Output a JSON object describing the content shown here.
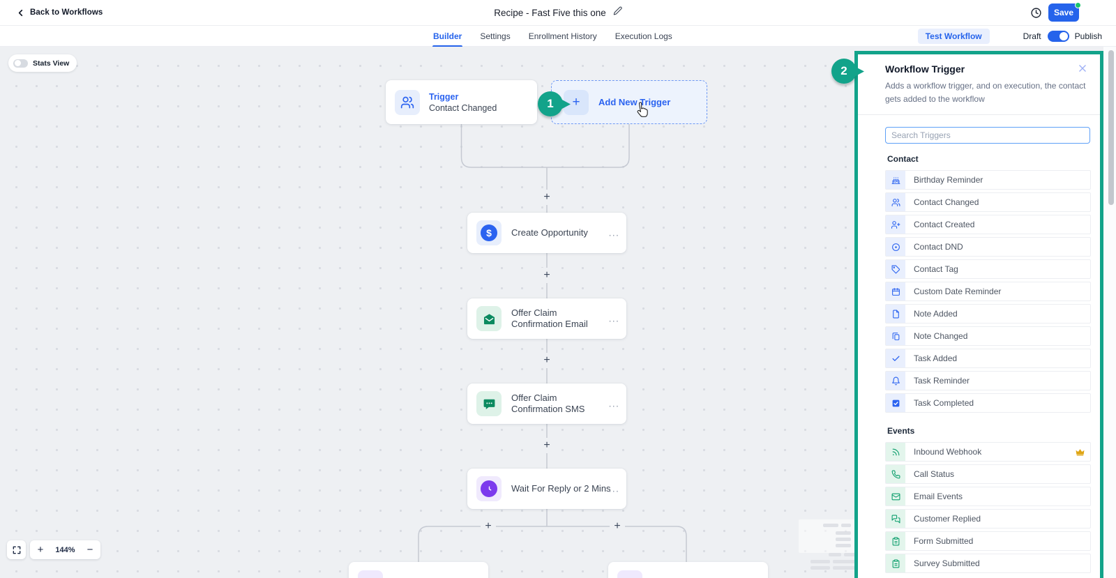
{
  "header": {
    "back": "Back to Workflows",
    "title": "Recipe - Fast Five this one",
    "save": "Save"
  },
  "toolbar": {
    "tabs": [
      "Builder",
      "Settings",
      "Enrollment History",
      "Execution Logs"
    ],
    "active_tab": "Builder",
    "test_workflow": "Test Workflow",
    "draft": "Draft",
    "publish": "Publish"
  },
  "canvas": {
    "stats_view": "Stats View",
    "zoom_level": "144%",
    "zoom_in": "+",
    "zoom_out": "−",
    "plus_glyph": "+",
    "ellipsis": "...",
    "trigger_node": {
      "title": "Trigger",
      "subtitle": "Contact Changed"
    },
    "add_trigger": "Add New Trigger",
    "actions": [
      {
        "title": "Create Opportunity",
        "icon": "opportunity-dollar-icon"
      },
      {
        "title": "Offer Claim Confirmation Email",
        "icon": "email-open-icon"
      },
      {
        "title": "Offer Claim Confirmation SMS",
        "icon": "sms-bubble-icon"
      },
      {
        "title": "Wait For Reply or 2 Mins",
        "icon": "wait-clock-icon"
      }
    ],
    "dollar_glyph": "$"
  },
  "annotations": {
    "step1": "1",
    "step2": "2"
  },
  "panel": {
    "title": "Workflow Trigger",
    "description": "Adds a workflow trigger, and on execution, the contact gets added to the workflow",
    "search_placeholder": "Search Triggers",
    "sections": [
      {
        "label": "Contact",
        "items": [
          {
            "label": "Birthday Reminder",
            "icon": "cake-icon"
          },
          {
            "label": "Contact Changed",
            "icon": "users-icon"
          },
          {
            "label": "Contact Created",
            "icon": "user-plus-icon"
          },
          {
            "label": "Contact DND",
            "icon": "circle-dot-icon"
          },
          {
            "label": "Contact Tag",
            "icon": "tag-icon"
          },
          {
            "label": "Custom Date Reminder",
            "icon": "calendar-icon"
          },
          {
            "label": "Note Added",
            "icon": "file-icon"
          },
          {
            "label": "Note Changed",
            "icon": "file-copy-icon"
          },
          {
            "label": "Task Added",
            "icon": "check-icon"
          },
          {
            "label": "Task Reminder",
            "icon": "bell-icon"
          },
          {
            "label": "Task Completed",
            "icon": "check-square-icon"
          }
        ]
      },
      {
        "label": "Events",
        "items": [
          {
            "label": "Inbound Webhook",
            "icon": "webhook-rss-icon",
            "premium": true
          },
          {
            "label": "Call Status",
            "icon": "phone-icon"
          },
          {
            "label": "Email Events",
            "icon": "mail-icon"
          },
          {
            "label": "Customer Replied",
            "icon": "chat-reply-icon"
          },
          {
            "label": "Form Submitted",
            "icon": "clipboard-icon"
          },
          {
            "label": "Survey Submitted",
            "icon": "clipboard-icon"
          }
        ]
      }
    ]
  },
  "colors": {
    "accent_blue": "#2563eb",
    "annotation_teal": "#12a38a",
    "event_green": "#0b9e6b",
    "wait_purple": "#7c3aed",
    "save_dot_green": "#19c36d"
  }
}
